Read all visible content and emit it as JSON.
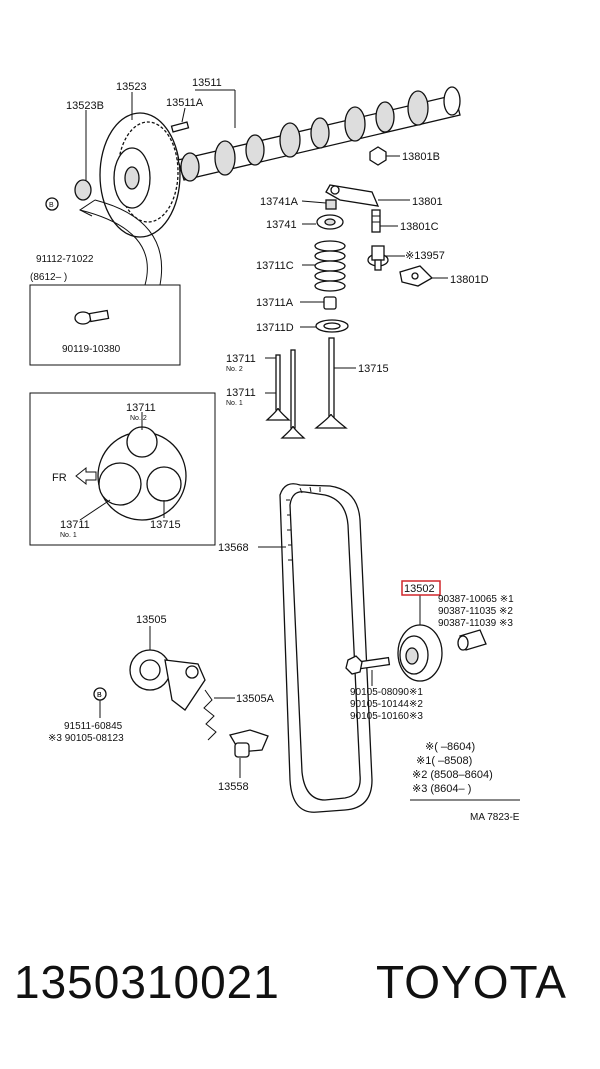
{
  "diagram": {
    "labels": {
      "p13523": "13523",
      "p13511": "13511",
      "p13523B": "13523B",
      "p13511A": "13511A",
      "p13801B": "13801B",
      "pB1": "B",
      "p13741A": "13741A",
      "p13801": "13801",
      "p13741": "13741",
      "p13801C": "13801C",
      "p91112": "91112-71022",
      "p8612": "(8612–        )",
      "p13957": "※13957",
      "p13711C": "13711C",
      "p13801D": "13801D",
      "p90119": "90119-10380",
      "p13711A": "13711A",
      "p13711D": "13711D",
      "p13711n2": "13711",
      "pNo2": "No. 2",
      "p13715": "13715",
      "p13711n1": "13711",
      "pNo1": "No. 1",
      "i13711": "13711",
      "iNo2": "No. 2",
      "iFR": "FR",
      "i13711b": "13711",
      "iNo1": "No. 1",
      "i13715": "13715",
      "p13568": "13568",
      "p13502": "13502",
      "n90387a": "90387-10065 ※1",
      "n90387b": "90387-11035 ※2",
      "n90387c": "90387-11039 ※3",
      "p13505": "13505",
      "n90105a": "90105-08090※1",
      "n90105b": "90105-10144※2",
      "n90105c": "90105-10160※3",
      "p13505A": "13505A",
      "pB2": "B",
      "n91511": "91511-60845",
      "n90105d": "※3 90105-08123",
      "p13558": "13558",
      "leg0": "※(       –8604)",
      "leg1": "※1(       –8508)",
      "leg2": "※2 (8508–8604)",
      "leg3": "※3 (8604–        )",
      "code": "MA  7823-E"
    }
  },
  "footer": {
    "part_number": "1350310021",
    "brand": "TOYOTA"
  },
  "colors": {
    "highlight": "#d0262a"
  }
}
